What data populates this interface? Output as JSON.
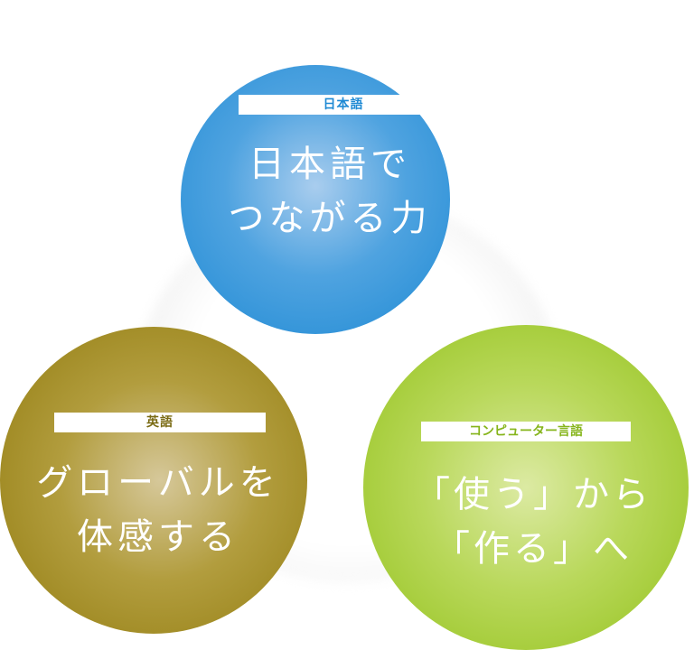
{
  "japanese": {
    "tag": "日本語",
    "headline_line1": "日本語で",
    "headline_line2": "つながる力",
    "color": "#1f8ad4"
  },
  "english": {
    "tag": "英語",
    "headline_line1": "グローバルを",
    "headline_line2": "体感する",
    "color": "#927c0f"
  },
  "computer": {
    "tag": "コンピューター言語",
    "headline_line1": "「使う」から",
    "headline_line2": "「作る」へ",
    "color": "#93c21c"
  }
}
